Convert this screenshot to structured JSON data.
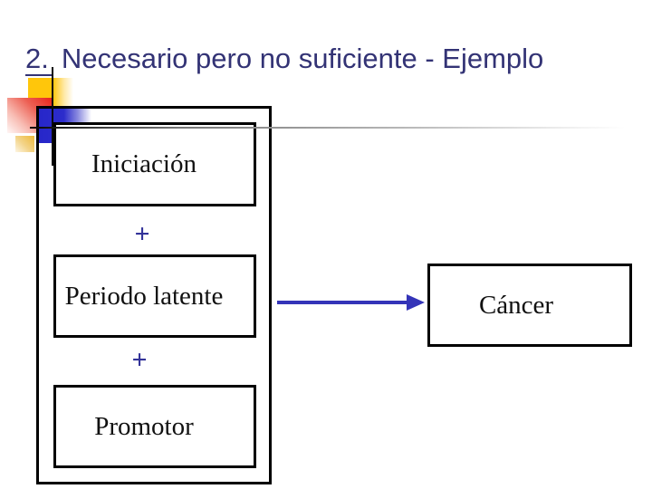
{
  "title": {
    "prefix": "2.",
    "rest": "Necesario pero no suficiente - Ejemplo"
  },
  "diagram": {
    "factors": [
      {
        "label": "Iniciación"
      },
      {
        "label": "Periodo latente"
      },
      {
        "label": "Promotor"
      }
    ],
    "plus_operator": "+",
    "result_label": "Cáncer",
    "arrow": {
      "direction": "right",
      "color": "#3434b8"
    }
  },
  "colors": {
    "title_text": "#333375",
    "plus_sign": "#333399",
    "arrow": "#3434b8",
    "box_border": "#000000",
    "box_text": "#111111",
    "accent_yellow": "#ffc60b",
    "accent_small_yellow": "#edb93a",
    "accent_red": "#e8251a",
    "accent_blue": "#2c2ccb",
    "rule_line_start": "#050505",
    "rule_line_end": "#ffffff"
  }
}
